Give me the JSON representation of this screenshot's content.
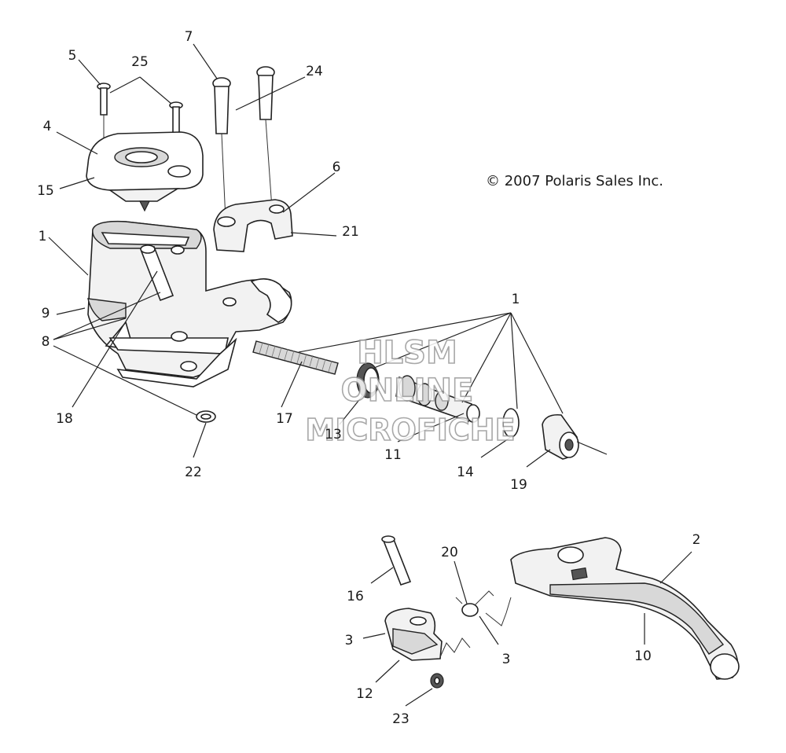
{
  "copyright": "© 2007 Polaris Sales Inc.",
  "watermark": {
    "line1": "HLSM",
    "line2": "ONLINE",
    "line3": "MICROFICHE"
  },
  "callouts": {
    "c5": "5",
    "c25": "25",
    "c7": "7",
    "c24": "24",
    "c4": "4",
    "c15": "15",
    "c6": "6",
    "c21": "21",
    "c1a": "1",
    "c9": "9",
    "c8": "8",
    "c18": "18",
    "c22": "22",
    "c17": "17",
    "c13": "13",
    "c11": "11",
    "c14": "14",
    "c19": "19",
    "c1b": "1",
    "c2": "2",
    "c20": "20",
    "c16": "16",
    "c3a": "3",
    "c3b": "3",
    "c10": "10",
    "c12": "12",
    "c23": "23"
  }
}
